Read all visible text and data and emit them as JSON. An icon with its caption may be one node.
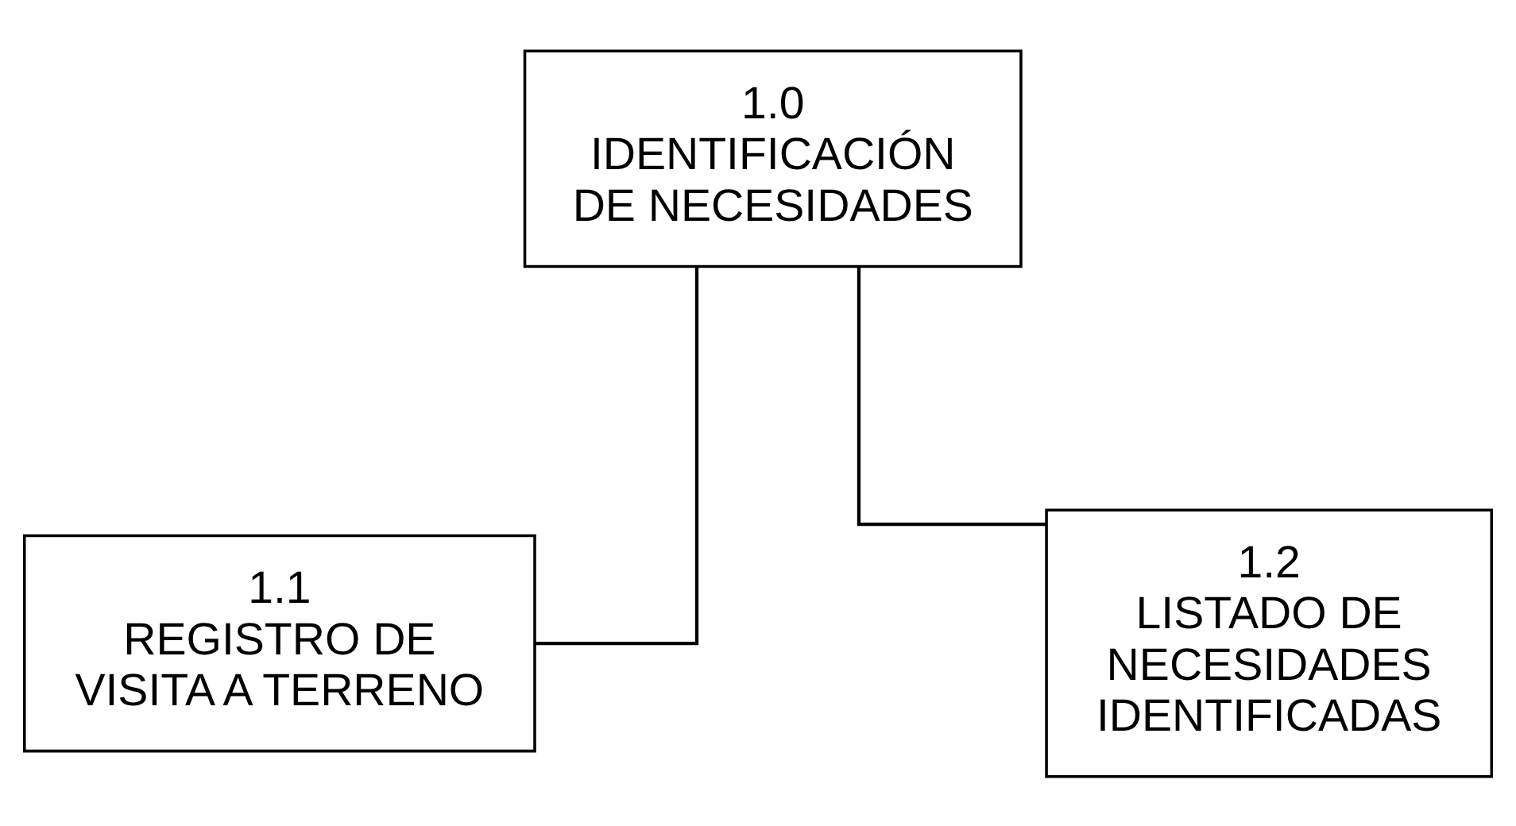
{
  "diagram": {
    "nodes": [
      {
        "text": [
          "1.0",
          "IDENTIFICACIÓN DE NECESIDADES"
        ]
      },
      {
        "text": [
          "1.1",
          "REGISTRO DE VISITA A TERRENO"
        ]
      },
      {
        "text": [
          "1.2",
          "LISTADO DE NECESIDADES IDENTIFICADAS"
        ]
      }
    ],
    "edges": [
      {
        "from": 0,
        "to": 1,
        "arrow": "none"
      },
      {
        "from": 0,
        "to": 2,
        "arrow": "none"
      }
    ]
  }
}
